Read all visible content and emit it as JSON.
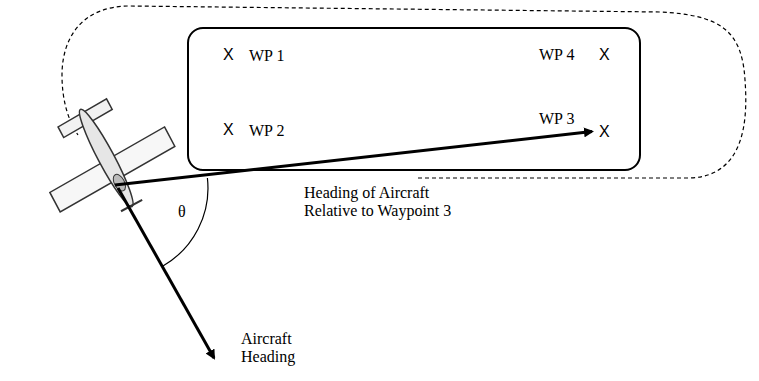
{
  "diagram": {
    "labels": [
      "X",
      "WP 1",
      "X",
      "WP 2",
      "WP 4",
      "X",
      "WP 3",
      "X",
      "θ",
      "Heading of Aircraft Relative to Waypoint 3",
      "Aircraft Heading"
    ]
  }
}
